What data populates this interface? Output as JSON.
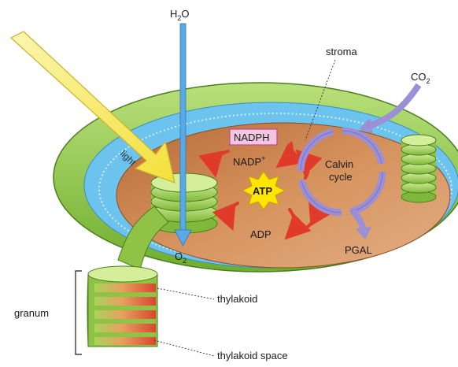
{
  "labels": {
    "water": "H",
    "water_sub": "2",
    "water_o": "O",
    "oxygen": "O",
    "oxygen_sub": "2",
    "co2": "CO",
    "co2_sub": "2",
    "stroma": "stroma",
    "light": "light",
    "nadph": "NADPH",
    "nadp": "NADP",
    "nadp_sup": "+",
    "atp": "ATP",
    "adp": "ADP",
    "calvin_line1": "Calvin",
    "calvin_line2": "cycle",
    "pgal": "PGAL",
    "granum": "granum",
    "thylakoid": "thylakoid",
    "thylakoid_space": "thylakoid space"
  },
  "colors": {
    "outer_membrane": "#8cc63f",
    "inner_membrane": "#5bb8e8",
    "stroma": "#c7804a",
    "thylakoid": "#a8d45a",
    "light_arrow": "#f5e94a",
    "water_arrow": "#5aa9e6",
    "calvin_arrow": "#9b8fd6",
    "red_arrow": "#e03a2a",
    "nadph_box": "#f2c6e0",
    "atp_burst": "#ffe600"
  }
}
